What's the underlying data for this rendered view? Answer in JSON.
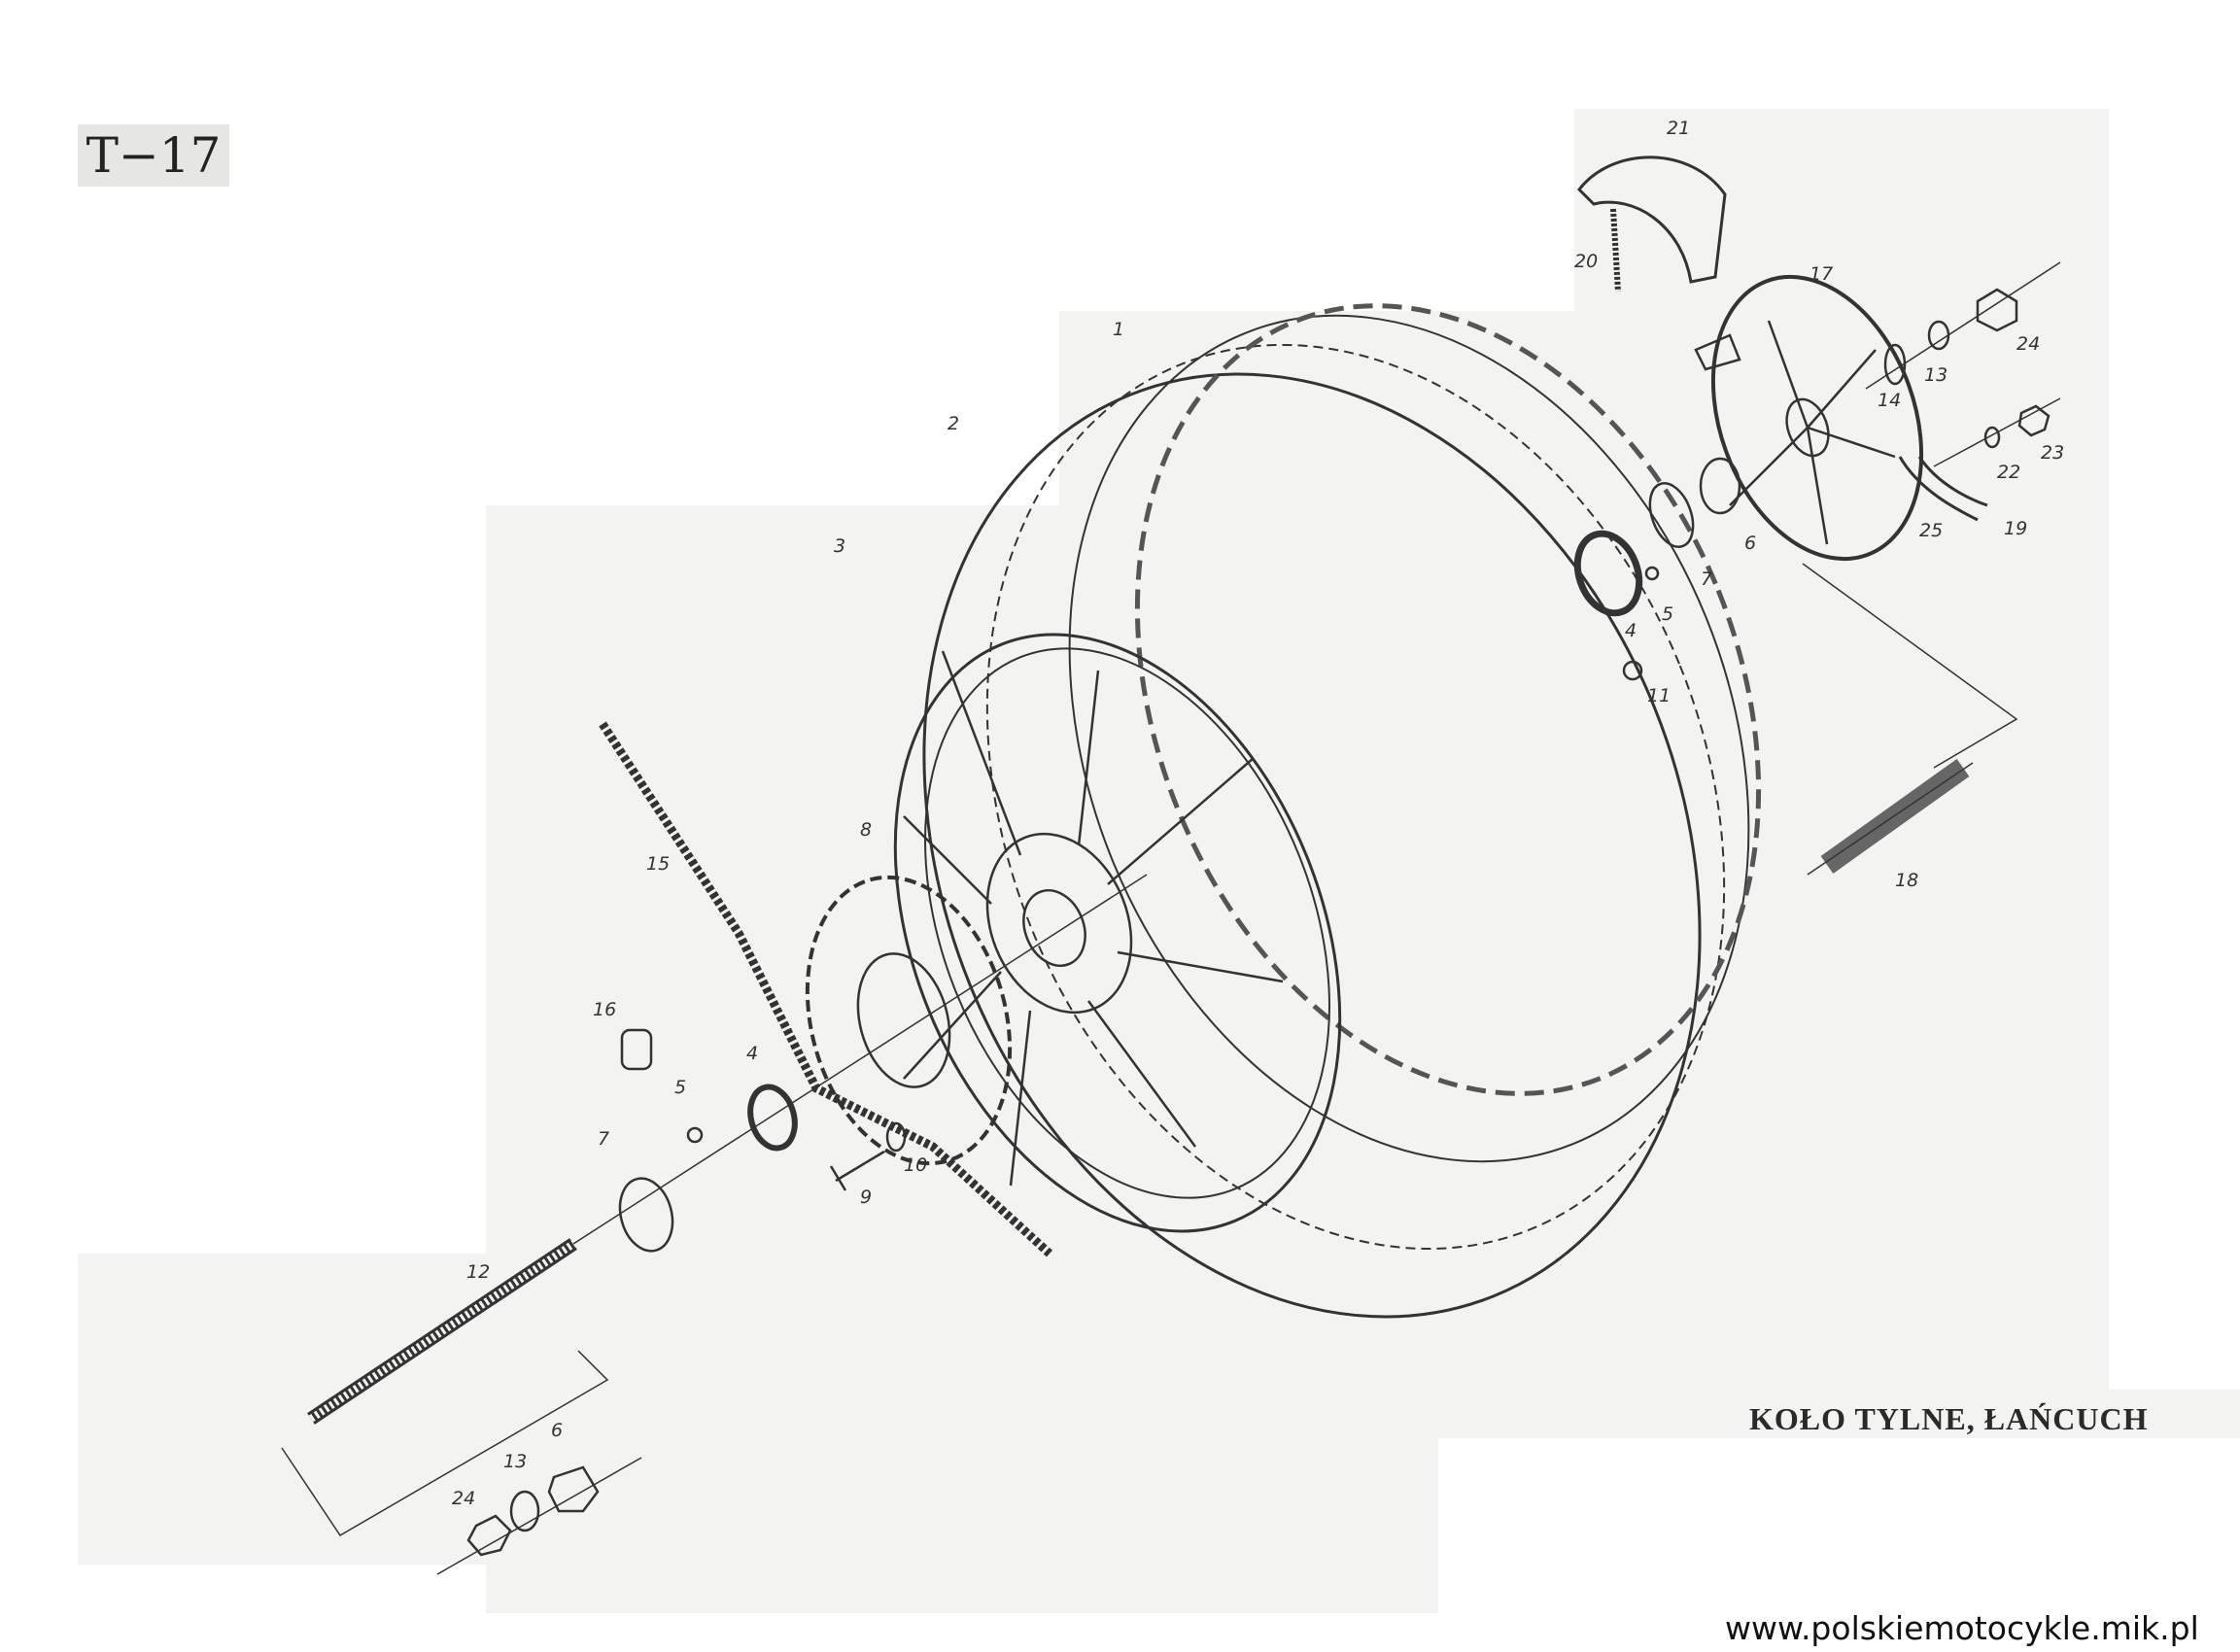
{
  "diagram": {
    "code": "T−17",
    "caption": "KOŁO TYLNE, ŁAŃCUCH",
    "footer_url": "www.polskiemotocykle.mik.pl",
    "part_numbers": {
      "tyre": "1",
      "tube": "2",
      "wheel": "3",
      "bearing_left": "4",
      "spacer_left": "5",
      "washer_left": "7",
      "sprocket": "8",
      "bolt": "9",
      "lock_washer": "10",
      "axle": "12",
      "chain": "15",
      "chain_link": "16",
      "bearing_right": "4",
      "spacer_right": "5",
      "washer_right": "7",
      "cam_right": "6",
      "nut_right": "11",
      "brake_plate": "17",
      "washer_14": "14",
      "washer_13_right": "13",
      "nut_24_right": "24",
      "spring_washer_22": "22",
      "nut_23": "23",
      "lever": "19",
      "lever_link": "25",
      "brake_rod": "18",
      "spring": "20",
      "brake_shoe": "21",
      "nut_24_left": "24",
      "washer_13_left": "13",
      "cam_left": "6"
    }
  }
}
